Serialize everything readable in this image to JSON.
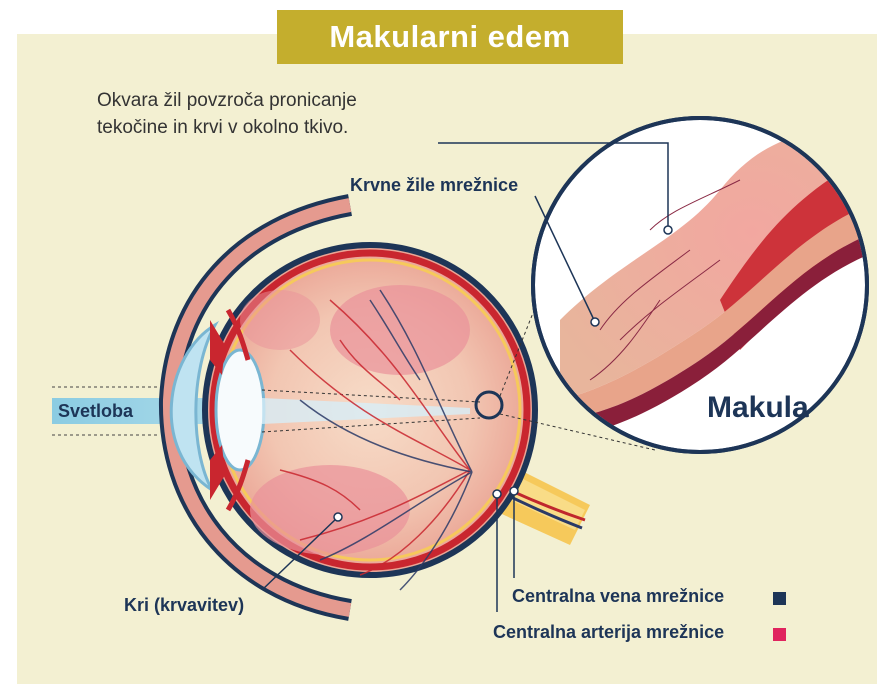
{
  "title": "Makularni edem",
  "description": {
    "line1": "Okvara žil povzroča pronicanje",
    "line2": "tekočine in krvi v okolno tkivo."
  },
  "labels": {
    "retinal_vessels": "Krvne žile mrežnice",
    "light": "Svetloba",
    "blood": "Kri (krvavitev)",
    "central_vein": "Centralna vena mrežnice",
    "central_artery": "Centralna arterija mrežnice",
    "macula": "Makula"
  },
  "colors": {
    "panel": "#f3f0d2",
    "title_bar": "#c4ae2d",
    "label_text": "#1d3557",
    "vein_marker": "#1d3557",
    "artery_marker": "#e0245e"
  }
}
